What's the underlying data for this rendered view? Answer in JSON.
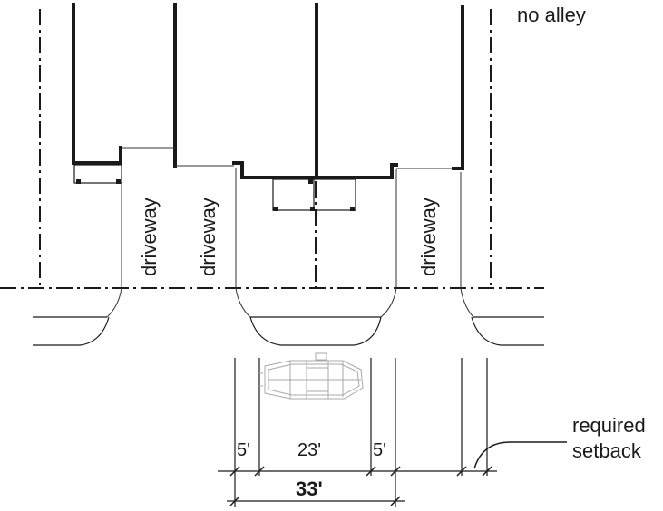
{
  "labels": {
    "no_alley": "no alley",
    "driveway": "driveway",
    "required": "required",
    "setback": "setback"
  },
  "dimensions": {
    "left_setback": "5'",
    "parking_width": "23'",
    "right_setback": "5'",
    "total": "33'"
  },
  "colors": {
    "line": "#1a1a1a",
    "light_line": "#555555",
    "car": "#a8a8a8"
  }
}
